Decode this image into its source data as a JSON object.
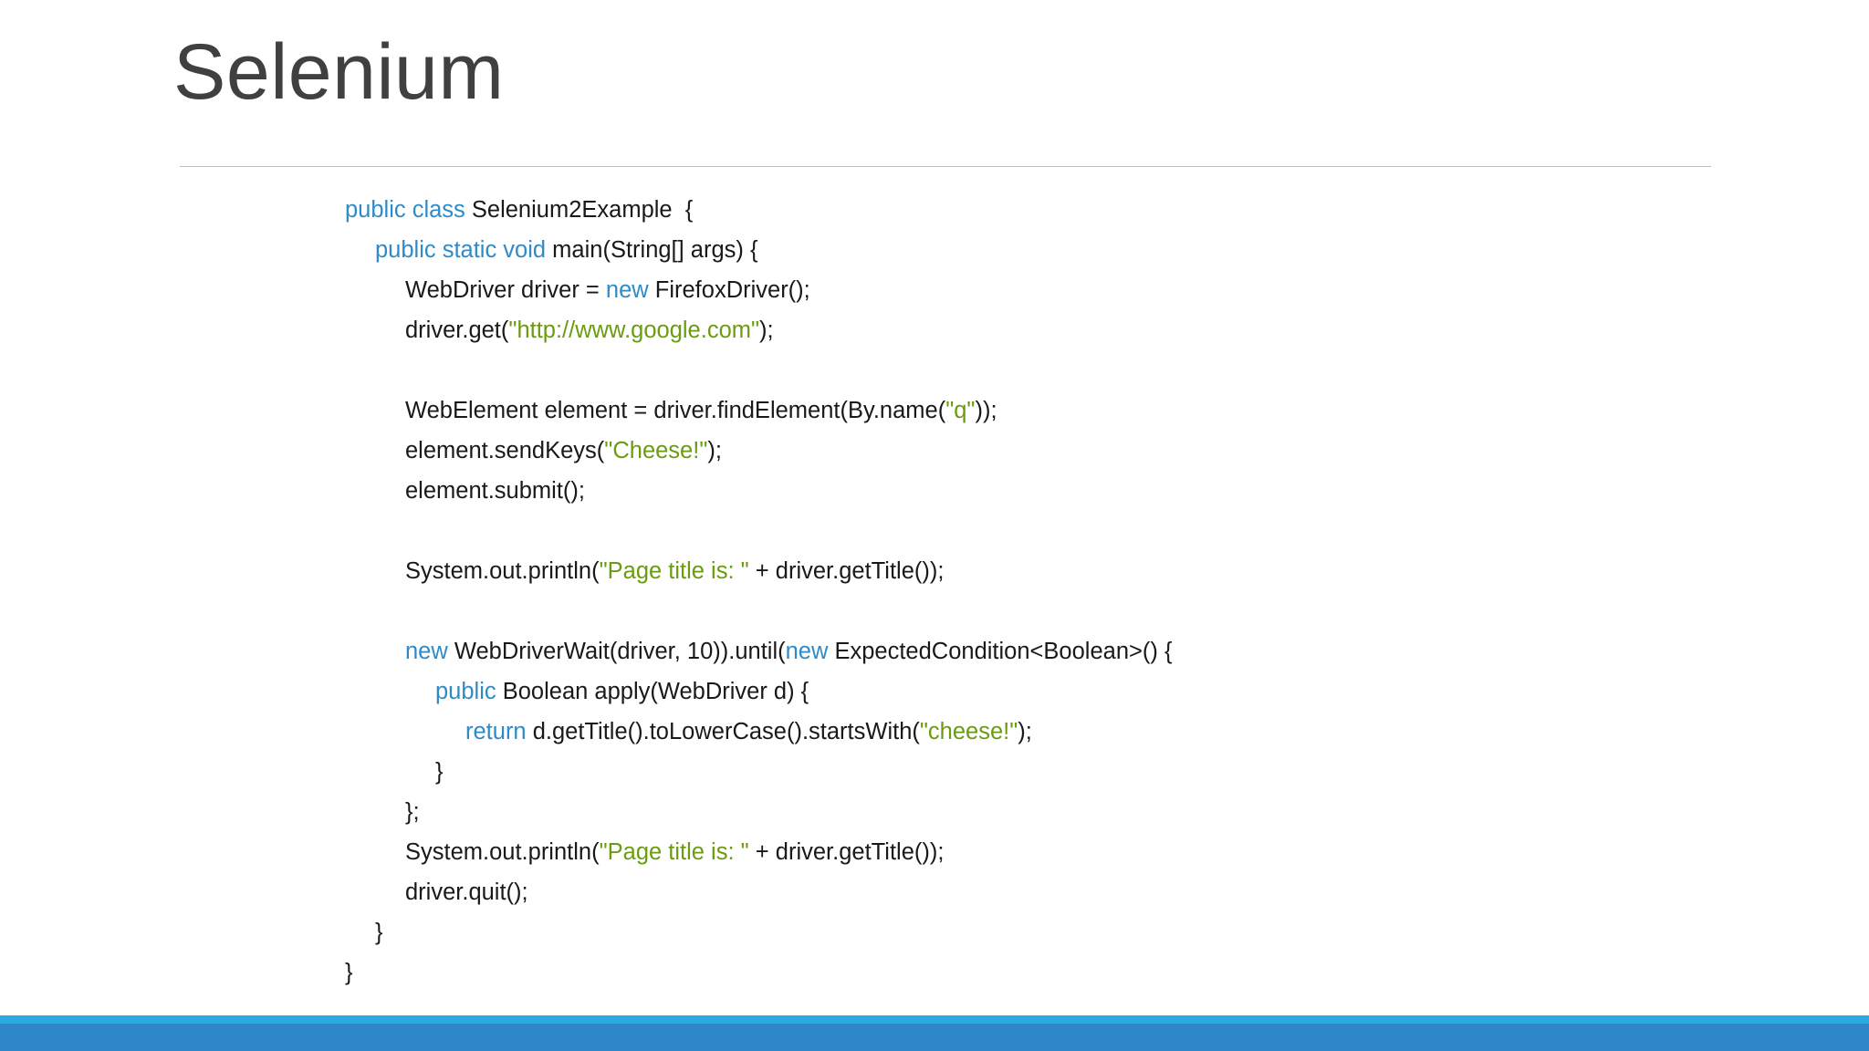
{
  "slide": {
    "title": "Selenium",
    "background_color": "#FFFFFF",
    "title_color": "#404040",
    "rule_color": "#BFBFBF"
  },
  "accent": {
    "light_blue": "#29ABE2",
    "dark_blue": "#2E87C8"
  },
  "code": {
    "language": "java",
    "keyword_color": "#2E8BC8",
    "string_color": "#6A9B10",
    "text_color": "#191919",
    "lines": [
      {
        "indent": 0,
        "tokens": [
          {
            "type": "kw",
            "text": "public class"
          },
          {
            "type": "plain",
            "text": " Selenium2Example  {"
          }
        ]
      },
      {
        "indent": 1,
        "tokens": [
          {
            "type": "kw",
            "text": "public static void"
          },
          {
            "type": "plain",
            "text": " main(String[] args) {"
          }
        ]
      },
      {
        "indent": 2,
        "tokens": [
          {
            "type": "plain",
            "text": "WebDriver driver = "
          },
          {
            "type": "kw",
            "text": "new"
          },
          {
            "type": "plain",
            "text": " FirefoxDriver();"
          }
        ]
      },
      {
        "indent": 2,
        "tokens": [
          {
            "type": "plain",
            "text": "driver.get("
          },
          {
            "type": "str",
            "text": "\"http://www.google.com\""
          },
          {
            "type": "plain",
            "text": ");"
          }
        ]
      },
      {
        "indent": 2,
        "tokens": []
      },
      {
        "indent": 2,
        "tokens": [
          {
            "type": "plain",
            "text": "WebElement element = driver.findElement(By.name("
          },
          {
            "type": "str",
            "text": "\"q\""
          },
          {
            "type": "plain",
            "text": "));"
          }
        ]
      },
      {
        "indent": 2,
        "tokens": [
          {
            "type": "plain",
            "text": "element.sendKeys("
          },
          {
            "type": "str",
            "text": "\"Cheese!\""
          },
          {
            "type": "plain",
            "text": ");"
          }
        ]
      },
      {
        "indent": 2,
        "tokens": [
          {
            "type": "plain",
            "text": "element.submit();"
          }
        ]
      },
      {
        "indent": 2,
        "tokens": []
      },
      {
        "indent": 2,
        "tokens": [
          {
            "type": "plain",
            "text": "System.out.println("
          },
          {
            "type": "str",
            "text": "\"Page title is: \""
          },
          {
            "type": "plain",
            "text": " + driver.getTitle());"
          }
        ]
      },
      {
        "indent": 2,
        "tokens": []
      },
      {
        "indent": 2,
        "tokens": [
          {
            "type": "kw",
            "text": "new"
          },
          {
            "type": "plain",
            "text": " WebDriverWait(driver, 10)).until("
          },
          {
            "type": "kw",
            "text": "new"
          },
          {
            "type": "plain",
            "text": " ExpectedCondition<Boolean>() {"
          }
        ]
      },
      {
        "indent": 3,
        "tokens": [
          {
            "type": "kw",
            "text": "public"
          },
          {
            "type": "plain",
            "text": " Boolean apply(WebDriver d) {"
          }
        ]
      },
      {
        "indent": 4,
        "tokens": [
          {
            "type": "kw",
            "text": "return"
          },
          {
            "type": "plain",
            "text": " d.getTitle().toLowerCase().startsWith("
          },
          {
            "type": "str",
            "text": "\"cheese!\""
          },
          {
            "type": "plain",
            "text": ");"
          }
        ]
      },
      {
        "indent": 3,
        "tokens": [
          {
            "type": "plain",
            "text": "}"
          }
        ]
      },
      {
        "indent": 2,
        "tokens": [
          {
            "type": "plain",
            "text": "};"
          }
        ]
      },
      {
        "indent": 2,
        "tokens": [
          {
            "type": "plain",
            "text": "System.out.println("
          },
          {
            "type": "str",
            "text": "\"Page title is: \""
          },
          {
            "type": "plain",
            "text": " + driver.getTitle());"
          }
        ]
      },
      {
        "indent": 2,
        "tokens": [
          {
            "type": "plain",
            "text": "driver.quit();"
          }
        ]
      },
      {
        "indent": 1,
        "tokens": [
          {
            "type": "plain",
            "text": "}"
          }
        ]
      },
      {
        "indent": 0,
        "tokens": [
          {
            "type": "plain",
            "text": "}"
          }
        ]
      }
    ]
  }
}
